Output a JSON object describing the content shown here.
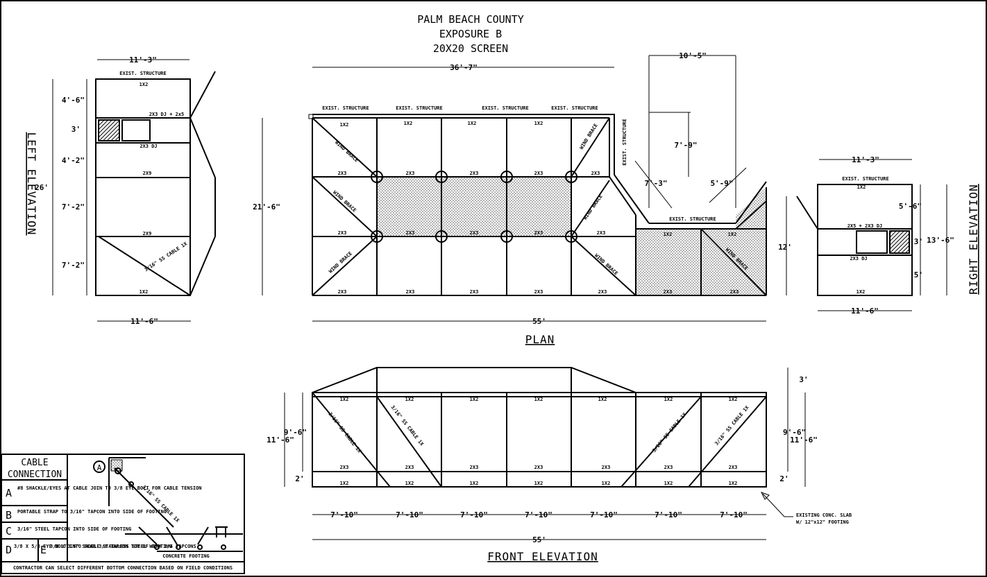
{
  "header": {
    "line1": "PALM BEACH COUNTY",
    "line2": "EXPOSURE B",
    "line3": "20X20 SCREEN"
  },
  "views": {
    "left_elevation": "LEFT ELEVATION",
    "right_elevation": "RIGHT ELEVATION",
    "plan": "PLAN",
    "front_elevation": "FRONT ELEVATION"
  },
  "dimensions": {
    "left_top": "11'-3\"",
    "left_bottom": "11'-6\"",
    "left_total": "26'",
    "left_seg1": "4'-6\"",
    "left_seg2": "3'",
    "left_seg3": "4'-2\"",
    "left_seg4": "7'-2\"",
    "left_seg5": "7'-2\"",
    "plan_top": "36'-7\"",
    "plan_right_top": "10'-5\"",
    "plan_height": "21'-6\"",
    "plan_bottom": "55'",
    "plan_7_9": "7'-9\"",
    "plan_7_3": "7'-3\"",
    "plan_5_9": "5'-9\"",
    "plan_12": "12'",
    "right_top": "11'-3\"",
    "right_bottom": "11'-6\"",
    "right_5_6": "5'-6\"",
    "right_3": "3'",
    "right_13_6": "13'-6\"",
    "right_5": "5'",
    "front_9_6_l": "9'-6\"",
    "front_11_6_l": "11'-6\"",
    "front_2_l": "2'",
    "front_9_6_r": "9'-6\"",
    "front_11_6_r": "11'-6\"",
    "front_3_r": "3'",
    "front_2_r": "2'",
    "front_bay": "7'-10\"",
    "front_total": "55'"
  },
  "labels": {
    "exist_structure": "EXIST. STRUCTURE",
    "x1x2": "1X2",
    "x2x3": "2X3",
    "x2x9": "2X9",
    "x2x5": "2X5",
    "x2x3dj": "2X3 DJ",
    "dj_left": "2X3 DJ + 2x5",
    "dj_right": "2X5 + 2X3 DJ",
    "wind_brace": "WIND BRACE",
    "cable": "3/16\" SS CABLE 1X",
    "existing_slab_1": "EXISTING CONC. SLAB",
    "existing_slab_2": "W/ 12\"x12\" FOOTING"
  },
  "legend": {
    "title1": "CABLE",
    "title2": "CONNECTION",
    "rows": [
      {
        "letter": "A",
        "text": "#8 SHACKLE/EYES AT CABLE JOIN TO 3/8 EYE BOLT FOR CABLE TENSION"
      },
      {
        "letter": "B",
        "text": "PORTABLE STRAP TO 3/16\" TAPCON INTO SIDE OF FOOTING"
      },
      {
        "letter": "C",
        "text": "3/16\" STEEL TAPCON INTO SIDE OF FOOTING"
      },
      {
        "letter": "D",
        "text": "3/8 X 5/8 EYE BOLT INTO SLAB 3/8 TAPCON TOP OF FOOTING"
      },
      {
        "letter": "E",
        "text": "3/8 X 3.5\" SADDLE STAINLESS STEEL WITH 1/4 TAPCONS"
      }
    ],
    "circle_a": "A",
    "footing": "CONCRETE FOOTING",
    "footer": "CONTRACTOR CAN SELECT DIFFERENT BOTTOM CONNECTION BASED ON FIELD CONDITIONS"
  }
}
